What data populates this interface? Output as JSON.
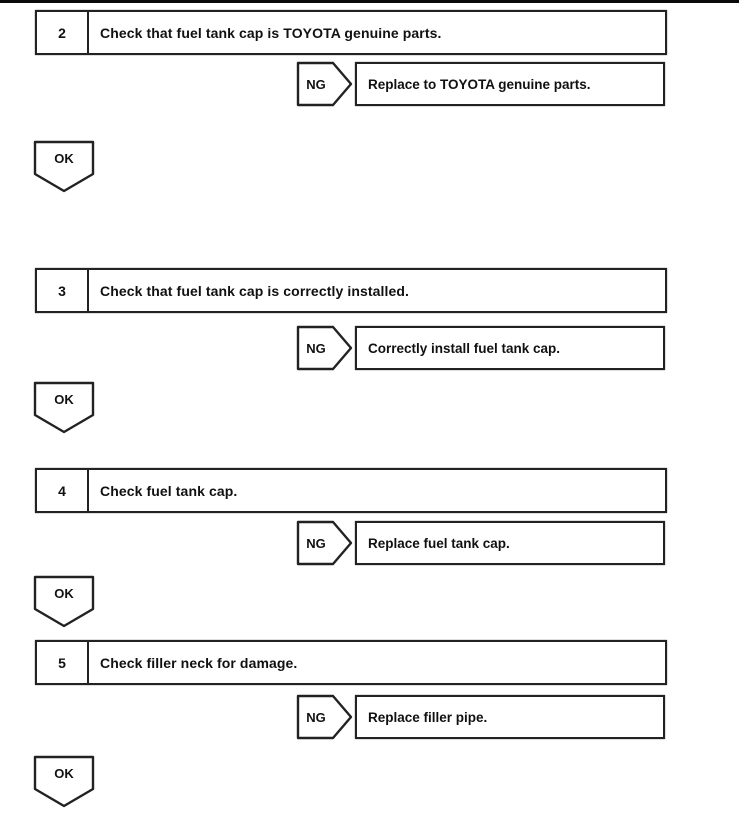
{
  "page": {
    "background": "#ffffff",
    "border_color": "#222222",
    "text_color": "#111111"
  },
  "flowchart": {
    "steps": [
      {
        "number": "2",
        "instruction": "Check that fuel tank cap is TOYOTA genuine parts.",
        "ng": {
          "label": "NG",
          "action": "Replace to TOYOTA genuine parts."
        },
        "ok": {
          "label": "OK"
        }
      },
      {
        "number": "3",
        "instruction": "Check that fuel tank cap is correctly installed.",
        "ng": {
          "label": "NG",
          "action": "Correctly install fuel tank cap."
        },
        "ok": {
          "label": "OK"
        }
      },
      {
        "number": "4",
        "instruction": "Check fuel tank cap.",
        "ng": {
          "label": "NG",
          "action": "Replace fuel tank cap."
        },
        "ok": {
          "label": "OK"
        }
      },
      {
        "number": "5",
        "instruction": "Check filler neck for damage.",
        "ng": {
          "label": "NG",
          "action": "Replace filler pipe."
        },
        "ok": {
          "label": "OK"
        }
      }
    ]
  }
}
